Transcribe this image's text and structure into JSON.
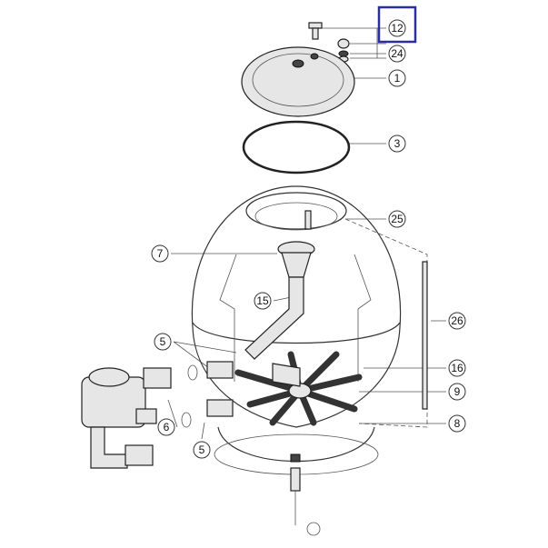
{
  "diagram": {
    "type": "exploded parts diagram",
    "highlight_color": "#2b2f9e",
    "highlighted_part": "12",
    "part_labels": [
      {
        "id": "12"
      },
      {
        "id": "24"
      },
      {
        "id": "1"
      },
      {
        "id": "3"
      },
      {
        "id": "25"
      },
      {
        "id": "7"
      },
      {
        "id": "15"
      },
      {
        "id": "26"
      },
      {
        "id": "5"
      },
      {
        "id": "16"
      },
      {
        "id": "9"
      },
      {
        "id": "6"
      },
      {
        "id": "5"
      },
      {
        "id": "8"
      }
    ]
  }
}
